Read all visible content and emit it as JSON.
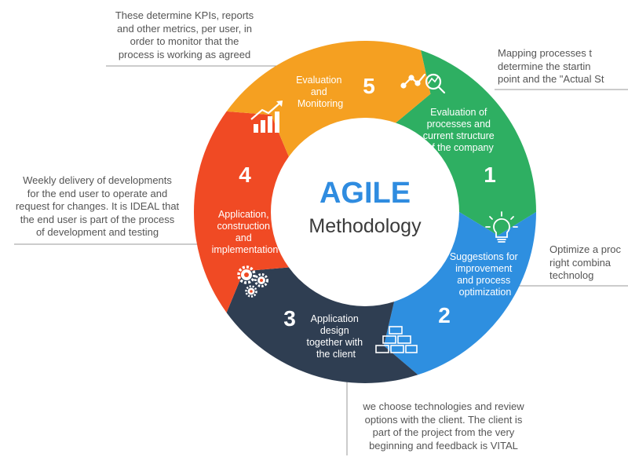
{
  "center": {
    "title": "AGILE",
    "subtitle": "Methodology"
  },
  "colors": {
    "stage1": "#2eaf62",
    "stage2": "#2e8fe0",
    "stage3": "#2f3e52",
    "stage4": "#f04a24",
    "stage5": "#f5a021",
    "title": "#2f8ce0"
  },
  "stages": [
    {
      "number": "1",
      "label_lines": [
        "Evaluation of",
        "processes and",
        "current structure",
        "of the company"
      ],
      "icon": "chart-magnifier-icon"
    },
    {
      "number": "2",
      "label_lines": [
        "Suggestions for",
        "improvement",
        "and process",
        "optimization"
      ],
      "icon": "lightbulb-icon"
    },
    {
      "number": "3",
      "label_lines": [
        "Application",
        "design",
        "together with",
        "the client"
      ],
      "icon": "bricks-icon"
    },
    {
      "number": "4",
      "label_lines": [
        "Application,",
        "construction",
        "and",
        "implementation"
      ],
      "icon": "gears-icon"
    },
    {
      "number": "5",
      "label_lines": [
        "Evaluation",
        "and",
        "Monitoring"
      ],
      "icon": "bar-chart-icon"
    }
  ],
  "notes": {
    "n5": [
      "These determine KPIs, reports",
      "and other metrics, per user, in",
      "order to monitor that the",
      "process is working as agreed"
    ],
    "n4": [
      "Weekly delivery of developments",
      "for the end user to operate and",
      "request for changes. It is IDEAL that",
      "the end user is part of the process",
      "of development and testing"
    ],
    "n1": [
      "Mapping processes t",
      "determine the startin",
      "point and the \"Actual St"
    ],
    "n2": [
      "Optimize a proc",
      "right combina",
      "technolog"
    ],
    "n3": [
      "we choose technologies and review",
      "options with the client. The client is",
      "part of the project from the very",
      "beginning and feedback is VITAL"
    ]
  }
}
